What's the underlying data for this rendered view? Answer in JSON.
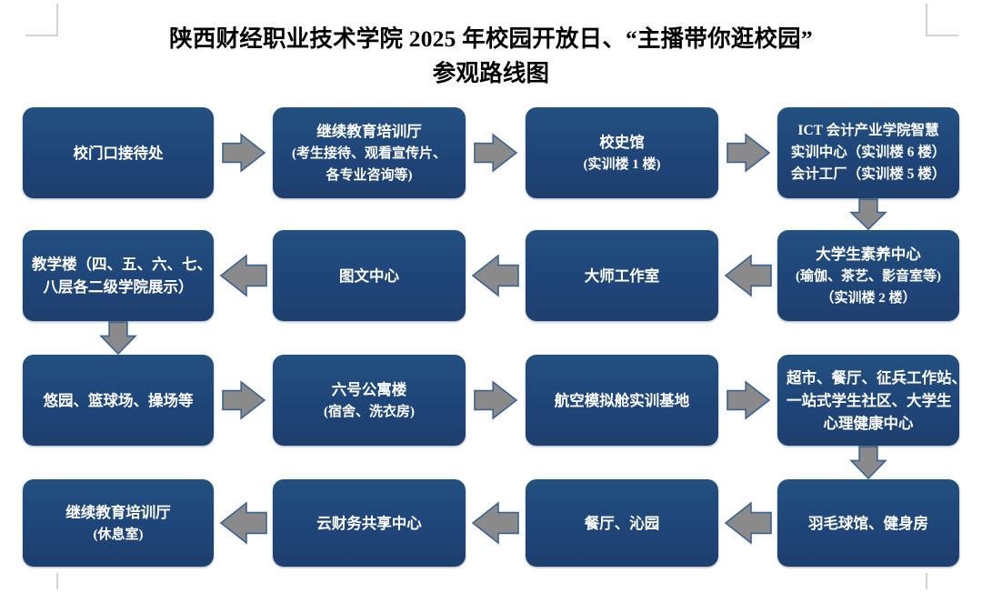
{
  "document": {
    "title_line1": "陕西财经职业技术学院 2025 年校园开放日、“主播带你逛校园”",
    "title_line2": "参观路线图"
  },
  "theme": {
    "box_fill": "#1f4578",
    "box_fill_light": "#23507f",
    "arrow_fill": "#8a8a8a",
    "arrow_stroke": "#3b6291",
    "text_color": "#ffffff",
    "page_background": "#ffffff",
    "crop_mark_color": "#d2d2d4"
  },
  "chart_data": {
    "type": "diagram",
    "layout": "serpentine-flowchart",
    "rows": 4,
    "columns": 4,
    "title": "陕西财经职业技术学院 2025 年校园开放日、“主播带你逛校园”参观路线图",
    "nodes": [
      {
        "id": 1,
        "row": 1,
        "col": 1,
        "lines": [
          {
            "text": "校门口接待处",
            "kind": "primary"
          }
        ]
      },
      {
        "id": 2,
        "row": 1,
        "col": 2,
        "lines": [
          {
            "text": "继续教育培训厅",
            "kind": "primary"
          },
          {
            "text": "(考生接待、观看宣传片、",
            "kind": "secondary"
          },
          {
            "text": "各专业咨询等)",
            "kind": "secondary"
          }
        ]
      },
      {
        "id": 3,
        "row": 1,
        "col": 3,
        "lines": [
          {
            "text": "校史馆",
            "kind": "primary"
          },
          {
            "text": "(实训楼 1 楼)",
            "kind": "secondary"
          }
        ]
      },
      {
        "id": 4,
        "row": 1,
        "col": 4,
        "lines": [
          {
            "text": "ICT 会计产业学院智慧",
            "kind": "primary"
          },
          {
            "text": "实训中心（实训楼 6 楼）",
            "kind": "primary"
          },
          {
            "text": "会计工厂（实训楼 5 楼）",
            "kind": "primary"
          }
        ]
      },
      {
        "id": 5,
        "row": 2,
        "col": 4,
        "lines": [
          {
            "text": "大学生素养中心",
            "kind": "primary"
          },
          {
            "text": "(瑜伽、茶艺、影音室等)",
            "kind": "secondary"
          },
          {
            "text": "（实训楼 2 楼）",
            "kind": "secondary"
          }
        ]
      },
      {
        "id": 6,
        "row": 2,
        "col": 3,
        "lines": [
          {
            "text": "大师工作室",
            "kind": "primary"
          }
        ]
      },
      {
        "id": 7,
        "row": 2,
        "col": 2,
        "lines": [
          {
            "text": "图文中心",
            "kind": "primary"
          }
        ]
      },
      {
        "id": 8,
        "row": 2,
        "col": 1,
        "lines": [
          {
            "text": "教学楼（四、五、六、七、",
            "kind": "primary"
          },
          {
            "text": "八层各二级学院展示）",
            "kind": "primary"
          }
        ]
      },
      {
        "id": 9,
        "row": 3,
        "col": 1,
        "lines": [
          {
            "text": "悠园、篮球场、操场等",
            "kind": "primary"
          }
        ]
      },
      {
        "id": 10,
        "row": 3,
        "col": 2,
        "lines": [
          {
            "text": "六号公寓楼",
            "kind": "primary"
          },
          {
            "text": "(宿舍、洗衣房)",
            "kind": "secondary"
          }
        ]
      },
      {
        "id": 11,
        "row": 3,
        "col": 3,
        "lines": [
          {
            "text": "航空模拟舱实训基地",
            "kind": "primary"
          }
        ]
      },
      {
        "id": 12,
        "row": 3,
        "col": 4,
        "lines": [
          {
            "text": "超市、餐厅、征兵工作站、",
            "kind": "primary"
          },
          {
            "text": "一站式学生社区、大学生",
            "kind": "primary"
          },
          {
            "text": "心理健康中心",
            "kind": "primary"
          }
        ]
      },
      {
        "id": 13,
        "row": 4,
        "col": 4,
        "lines": [
          {
            "text": "羽毛球馆、健身房",
            "kind": "primary"
          }
        ]
      },
      {
        "id": 14,
        "row": 4,
        "col": 3,
        "lines": [
          {
            "text": "餐厅、沁园",
            "kind": "primary"
          }
        ]
      },
      {
        "id": 15,
        "row": 4,
        "col": 2,
        "lines": [
          {
            "text": "云财务共享中心",
            "kind": "primary"
          }
        ]
      },
      {
        "id": 16,
        "row": 4,
        "col": 1,
        "lines": [
          {
            "text": "继续教育培训厅",
            "kind": "primary"
          },
          {
            "text": "(休息室)",
            "kind": "secondary"
          }
        ]
      }
    ],
    "edges": [
      {
        "from": 1,
        "to": 2,
        "direction": "right"
      },
      {
        "from": 2,
        "to": 3,
        "direction": "right"
      },
      {
        "from": 3,
        "to": 4,
        "direction": "right"
      },
      {
        "from": 4,
        "to": 5,
        "direction": "down"
      },
      {
        "from": 5,
        "to": 6,
        "direction": "left"
      },
      {
        "from": 6,
        "to": 7,
        "direction": "left"
      },
      {
        "from": 7,
        "to": 8,
        "direction": "left"
      },
      {
        "from": 8,
        "to": 9,
        "direction": "down"
      },
      {
        "from": 9,
        "to": 10,
        "direction": "right"
      },
      {
        "from": 10,
        "to": 11,
        "direction": "right"
      },
      {
        "from": 11,
        "to": 12,
        "direction": "right"
      },
      {
        "from": 12,
        "to": 13,
        "direction": "down"
      },
      {
        "from": 13,
        "to": 14,
        "direction": "left"
      },
      {
        "from": 14,
        "to": 15,
        "direction": "left"
      },
      {
        "from": 15,
        "to": 16,
        "direction": "left"
      }
    ]
  }
}
